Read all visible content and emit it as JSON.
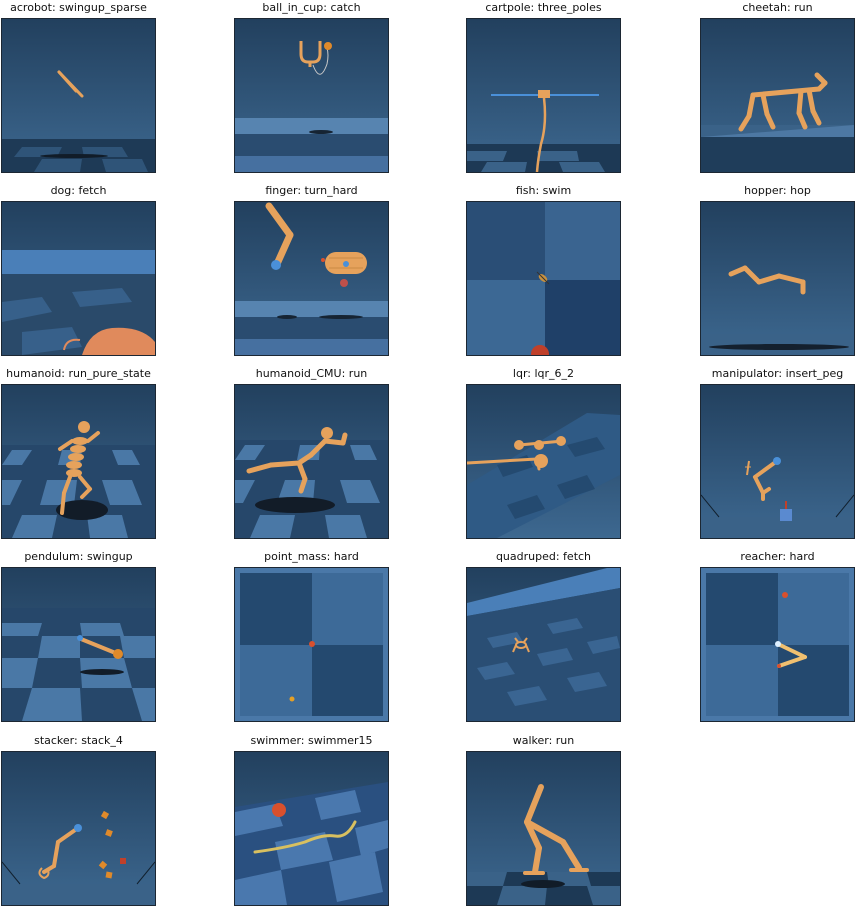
{
  "environments": [
    {
      "title": "acrobot: swingup_sparse",
      "icon": "acrobot-render"
    },
    {
      "title": "ball_in_cup: catch",
      "icon": "ball-in-cup-render"
    },
    {
      "title": "cartpole: three_poles",
      "icon": "cartpole-render"
    },
    {
      "title": "cheetah: run",
      "icon": "cheetah-render"
    },
    {
      "title": "dog: fetch",
      "icon": "dog-render"
    },
    {
      "title": "finger: turn_hard",
      "icon": "finger-render"
    },
    {
      "title": "fish: swim",
      "icon": "fish-render"
    },
    {
      "title": "hopper: hop",
      "icon": "hopper-render"
    },
    {
      "title": "humanoid: run_pure_state",
      "icon": "humanoid-render"
    },
    {
      "title": "humanoid_CMU: run",
      "icon": "humanoid-cmu-render"
    },
    {
      "title": "lqr: lqr_6_2",
      "icon": "lqr-render"
    },
    {
      "title": "manipulator: insert_peg",
      "icon": "manipulator-render"
    },
    {
      "title": "pendulum: swingup",
      "icon": "pendulum-render"
    },
    {
      "title": "point_mass: hard",
      "icon": "point-mass-render"
    },
    {
      "title": "quadruped: fetch",
      "icon": "quadruped-render"
    },
    {
      "title": "reacher: hard",
      "icon": "reacher-render"
    },
    {
      "title": "stacker: stack_4",
      "icon": "stacker-render"
    },
    {
      "title": "swimmer: swimmer15",
      "icon": "swimmer-render"
    },
    {
      "title": "walker: run",
      "icon": "walker-render"
    }
  ],
  "colors": {
    "sky_top": "#23405c",
    "sky_bottom": "#3f6a91",
    "floor_dark": "#1d3a59",
    "floor_light": "#4d78a3",
    "body_orange": "#e6a25c",
    "body_shadow": "#b8743a",
    "target_red": "#d9502d",
    "tip_blue": "#4a90d9"
  }
}
